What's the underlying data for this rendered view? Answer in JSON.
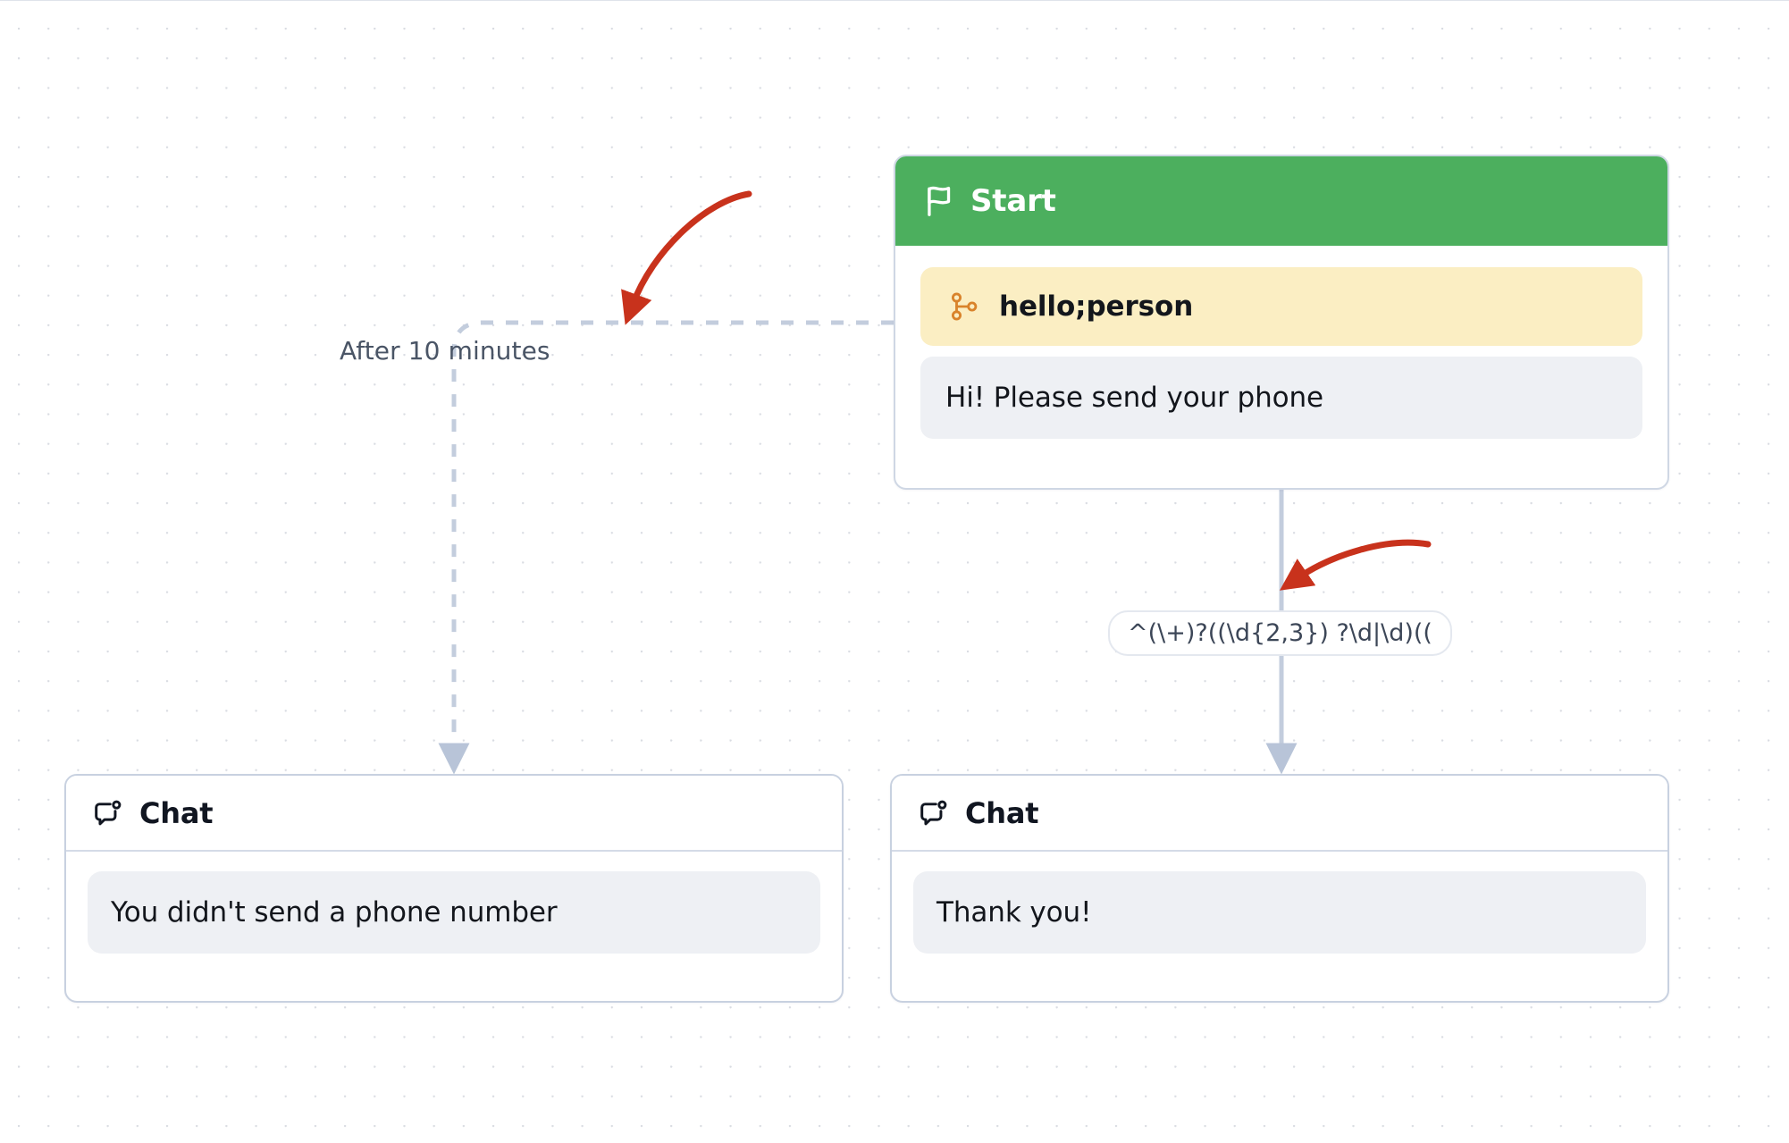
{
  "canvas": {
    "background_color": "#ffffff",
    "dot_color": "#d9dce2"
  },
  "nodes": [
    {
      "id": "start",
      "type": "start",
      "header_label": "Start",
      "header_icon": "flag-icon",
      "header_color": "#4caf5e",
      "items": [
        {
          "kind": "trigger",
          "icon": "branch-icon",
          "icon_color": "#d9832b",
          "background": "#fbeec3",
          "text": "hello;person"
        },
        {
          "kind": "message",
          "background": "#eef0f4",
          "text": "Hi! Please send your phone"
        }
      ]
    },
    {
      "id": "chat-left",
      "type": "chat",
      "header_label": "Chat",
      "header_icon": "chat-bubble-icon",
      "message": "You didn't send a phone number"
    },
    {
      "id": "chat-right",
      "type": "chat",
      "header_label": "Chat",
      "header_icon": "chat-bubble-icon",
      "message": "Thank you!"
    }
  ],
  "edges": [
    {
      "id": "edge-timeout",
      "from": "start",
      "to": "chat-left",
      "style": "dashed",
      "color": "#c3cddd",
      "label": "After 10 minutes",
      "label_style": "plain"
    },
    {
      "id": "edge-regex",
      "from": "start",
      "to": "chat-right",
      "style": "solid",
      "color": "#c3cddd",
      "label": "^(\\+)?((\\d{2,3}) ?\\d|\\d)((",
      "label_style": "chip"
    }
  ],
  "annotations": [
    {
      "id": "annotation-arrow-1",
      "kind": "red-arrow",
      "color": "#c8321c",
      "points_at": "edge-timeout"
    },
    {
      "id": "annotation-arrow-2",
      "kind": "red-arrow",
      "color": "#c8321c",
      "points_at": "edge-regex"
    }
  ]
}
